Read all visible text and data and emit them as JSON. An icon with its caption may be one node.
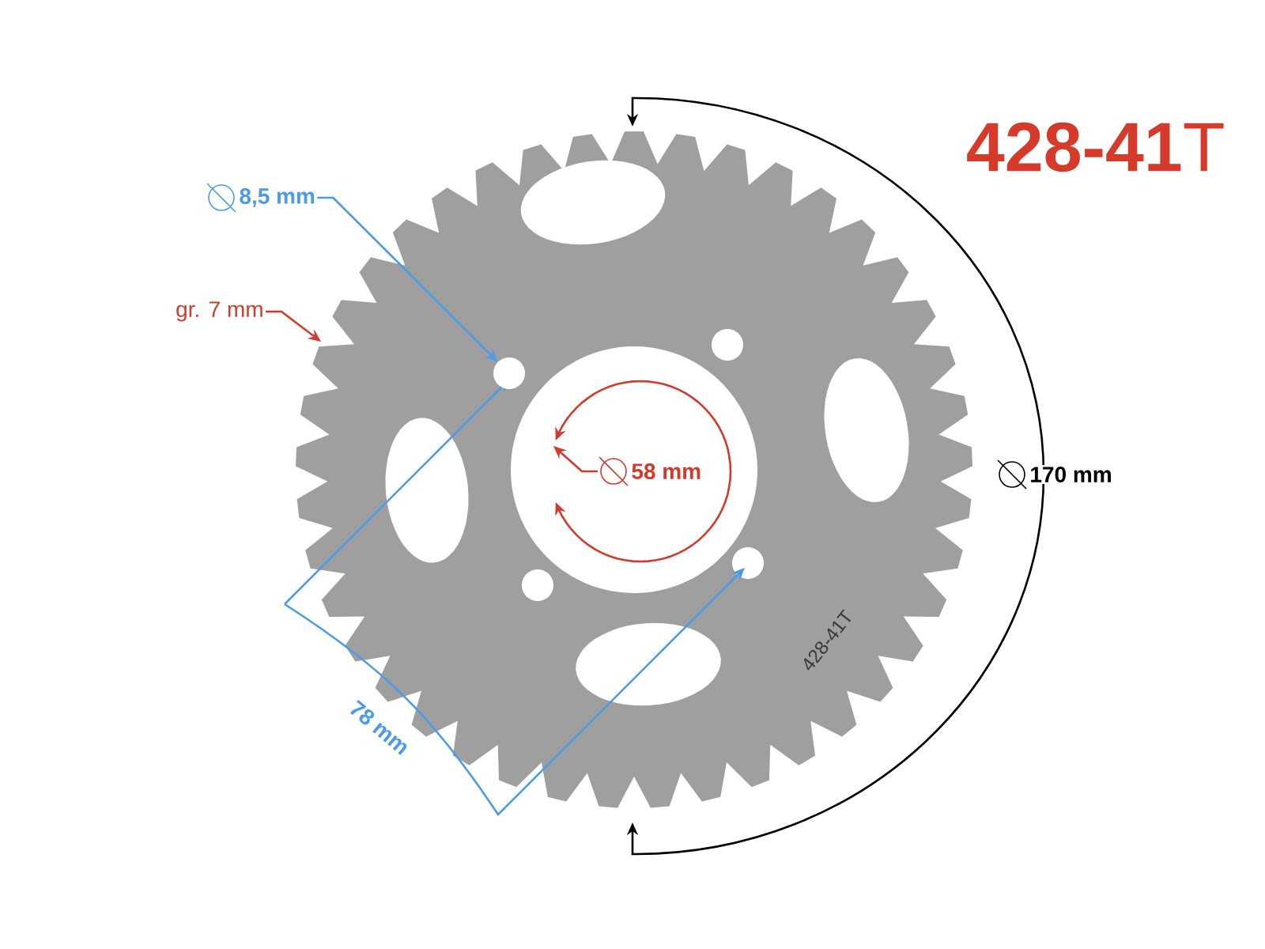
{
  "diagram": {
    "title": "**428-41**T",
    "nodes": [
      {
        "text": [
          "8,5 mm"
        ]
      },
      {
        "text": [],
        "shape": "circle"
      },
      {
        "text": [
          "gr. 7 mm"
        ]
      }
    ],
    "edges": [
      {
        "from": 0,
        "to": 1,
        "arrow": "to",
        "color": "#4a9be8"
      },
      {
        "from": 2,
        "to": null,
        "arrow": "to",
        "color": "#d23b2b"
      }
    ],
    "labels": [
      "58 mm",
      "78 mm",
      "170 mm",
      "428-41T"
    ]
  }
}
